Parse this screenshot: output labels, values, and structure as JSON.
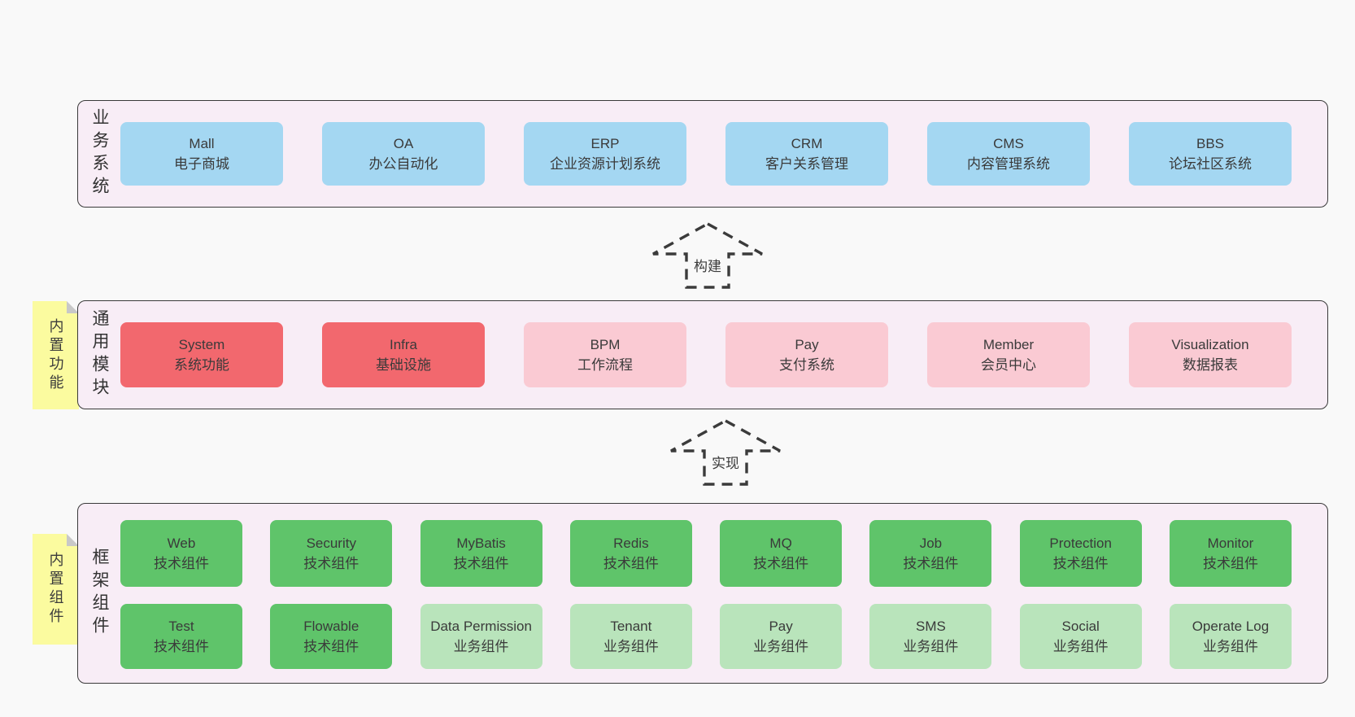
{
  "page": {
    "background": "#f9f9f9"
  },
  "colors": {
    "blue": "#a4d7f2",
    "red": "#f2686e",
    "pink": "#facad3",
    "green_dark": "#5fc46a",
    "green_light": "#b9e4bb",
    "sticky": "#fbfb9f",
    "panel_bg": "#f8edf6",
    "border": "#3a3a3a"
  },
  "arrows": [
    {
      "label": "构建"
    },
    {
      "label": "实现"
    }
  ],
  "bands": [
    {
      "id": "business-systems",
      "side_label": "业务系统",
      "sticky": null,
      "rows": [
        [
          {
            "title": "Mall",
            "subtitle": "电子商城",
            "type": "blue"
          },
          {
            "title": "OA",
            "subtitle": "办公自动化",
            "type": "blue"
          },
          {
            "title": "ERP",
            "subtitle": "企业资源计划系统",
            "type": "blue"
          },
          {
            "title": "CRM",
            "subtitle": "客户关系管理",
            "type": "blue"
          },
          {
            "title": "CMS",
            "subtitle": "内容管理系统",
            "type": "blue"
          },
          {
            "title": "BBS",
            "subtitle": "论坛社区系统",
            "type": "blue"
          }
        ]
      ]
    },
    {
      "id": "common-modules",
      "side_label": "通用模块",
      "sticky": "内置功能",
      "rows": [
        [
          {
            "title": "System",
            "subtitle": "系统功能",
            "type": "red"
          },
          {
            "title": "Infra",
            "subtitle": "基础设施",
            "type": "red"
          },
          {
            "title": "BPM",
            "subtitle": "工作流程",
            "type": "pink"
          },
          {
            "title": "Pay",
            "subtitle": "支付系统",
            "type": "pink"
          },
          {
            "title": "Member",
            "subtitle": "会员中心",
            "type": "pink"
          },
          {
            "title": "Visualization",
            "subtitle": "数据报表",
            "type": "pink"
          }
        ]
      ]
    },
    {
      "id": "framework-components",
      "side_label": "框架组件",
      "sticky": "内置组件",
      "rows": [
        [
          {
            "title": "Web",
            "subtitle": "技术组件",
            "type": "green_dark"
          },
          {
            "title": "Security",
            "subtitle": "技术组件",
            "type": "green_dark"
          },
          {
            "title": "MyBatis",
            "subtitle": "技术组件",
            "type": "green_dark"
          },
          {
            "title": "Redis",
            "subtitle": "技术组件",
            "type": "green_dark"
          },
          {
            "title": "MQ",
            "subtitle": "技术组件",
            "type": "green_dark"
          },
          {
            "title": "Job",
            "subtitle": "技术组件",
            "type": "green_dark"
          },
          {
            "title": "Protection",
            "subtitle": "技术组件",
            "type": "green_dark"
          },
          {
            "title": "Monitor",
            "subtitle": "技术组件",
            "type": "green_dark"
          }
        ],
        [
          {
            "title": "Test",
            "subtitle": "技术组件",
            "type": "green_dark"
          },
          {
            "title": "Flowable",
            "subtitle": "技术组件",
            "type": "green_dark"
          },
          {
            "title": "Data Permission",
            "subtitle": "业务组件",
            "type": "green_light"
          },
          {
            "title": "Tenant",
            "subtitle": "业务组件",
            "type": "green_light"
          },
          {
            "title": "Pay",
            "subtitle": "业务组件",
            "type": "green_light"
          },
          {
            "title": "SMS",
            "subtitle": "业务组件",
            "type": "green_light"
          },
          {
            "title": "Social",
            "subtitle": "业务组件",
            "type": "green_light"
          },
          {
            "title": "Operate Log",
            "subtitle": "业务组件",
            "type": "green_light"
          }
        ]
      ]
    }
  ]
}
